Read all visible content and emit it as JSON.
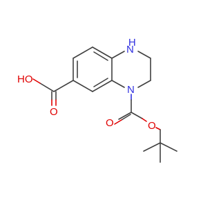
{
  "molecule": {
    "atoms": {
      "nh": {
        "text": "H",
        "sub": "N",
        "color": "#3030e0"
      },
      "n_boc": {
        "text": "N",
        "color": "#3030e0"
      },
      "ho": {
        "text": "HO",
        "color": "#e00000"
      },
      "o_acid": {
        "text": "O",
        "color": "#e00000"
      },
      "o_carbonyl": {
        "text": "O",
        "color": "#e00000"
      },
      "o_ester": {
        "text": "O",
        "color": "#e00000"
      }
    },
    "colors": {
      "bond": "#404040",
      "oxygen": "#e00000",
      "nitrogen": "#3030e0"
    }
  }
}
